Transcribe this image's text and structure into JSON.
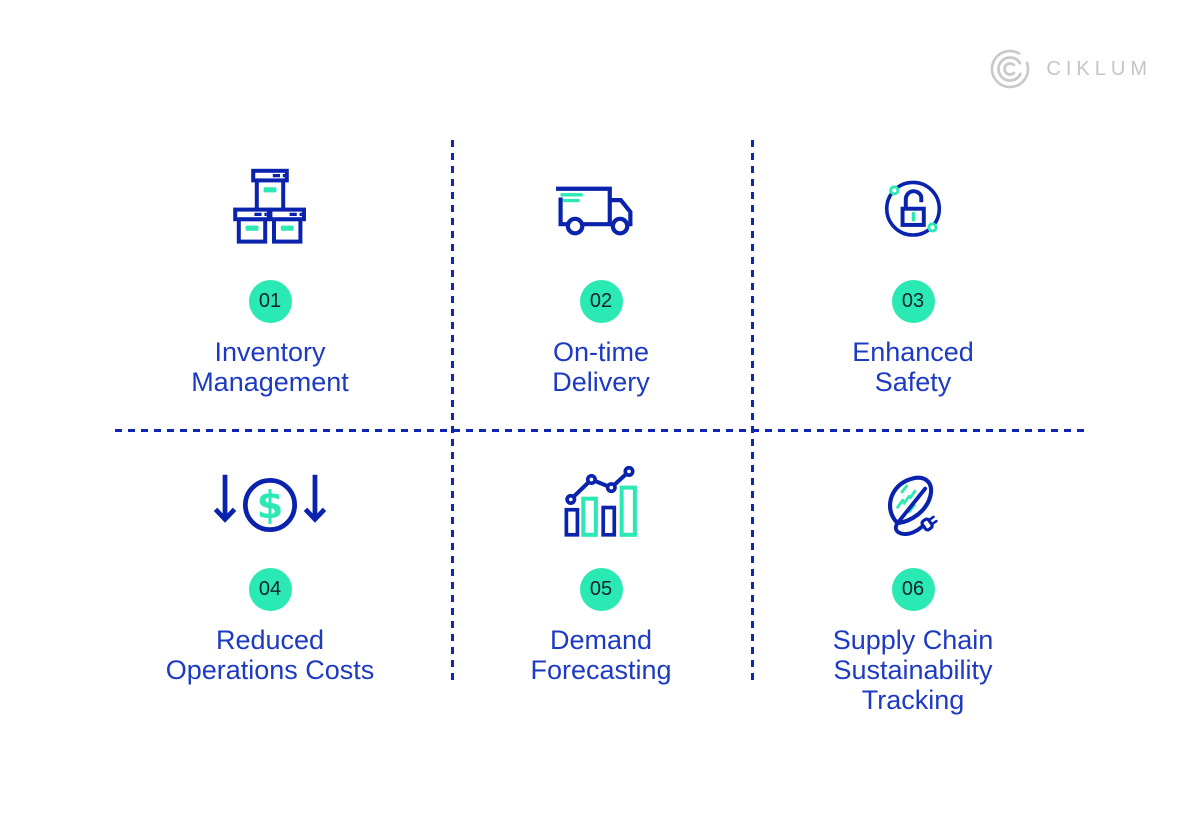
{
  "brand": {
    "logo_text": "CIKLUM"
  },
  "colors": {
    "background": "#ffffff",
    "icon_navy": "#0a23ad",
    "divider_navy": "#0f27b0",
    "title_blue": "#1d3ac2",
    "badge_teal": "#2be9b2",
    "accent_teal": "#2ce8b4",
    "badge_number": "#18202c",
    "logo_gray": "#c5c5c5"
  },
  "cells": [
    {
      "id": "inventory-management",
      "number": "01",
      "title": "Inventory\nManagement",
      "icon": "boxes-icon"
    },
    {
      "id": "on-time-delivery",
      "number": "02",
      "title": "On-time\nDelivery",
      "icon": "delivery-truck-icon"
    },
    {
      "id": "enhanced-safety",
      "number": "03",
      "title": "Enhanced\nSafety",
      "icon": "padlock-icon"
    },
    {
      "id": "reduced-operations-costs",
      "number": "04",
      "title": "Reduced\nOperations Costs",
      "icon": "dollar-down-arrows-icon"
    },
    {
      "id": "demand-forecasting",
      "number": "05",
      "title": "Demand\nForecasting",
      "icon": "bar-chart-trend-icon"
    },
    {
      "id": "supply-chain-sustainability-tracking",
      "number": "06",
      "title": "Supply Chain\nSustainability\nTracking",
      "icon": "leaf-plug-icon"
    }
  ]
}
